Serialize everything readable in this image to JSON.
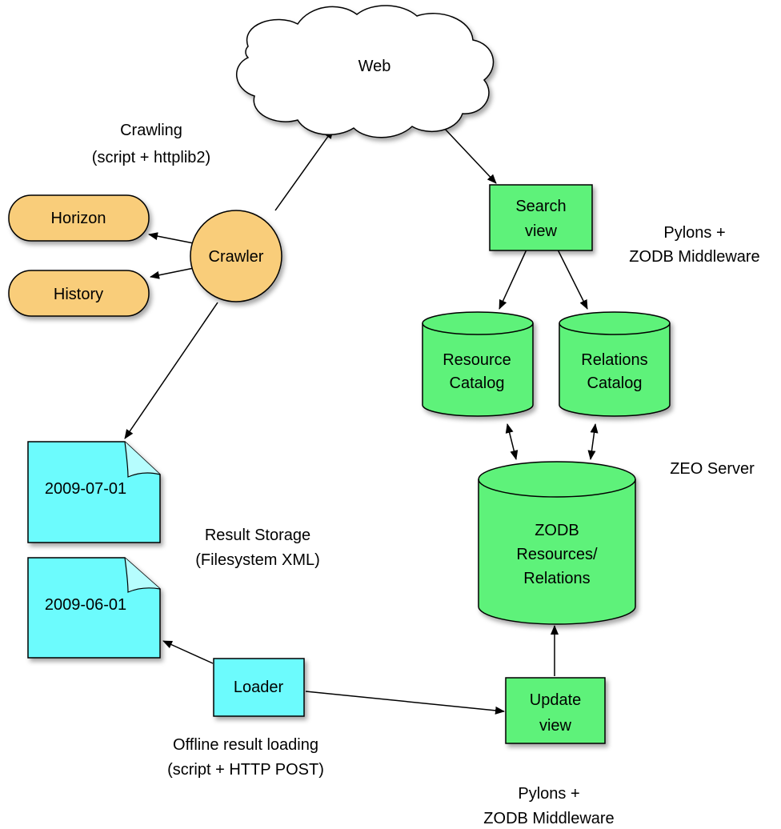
{
  "nodes": {
    "web": {
      "label": "Web"
    },
    "crawler": {
      "label": "Crawler"
    },
    "horizon": {
      "label": "Horizon"
    },
    "history": {
      "label": "History"
    },
    "search_view": {
      "line1": "Search",
      "line2": "view"
    },
    "resource_catalog": {
      "line1": "Resource",
      "line2": "Catalog"
    },
    "relations_catalog": {
      "line1": "Relations",
      "line2": "Catalog"
    },
    "zodb": {
      "line1": "ZODB",
      "line2": "Resources/",
      "line3": "Relations"
    },
    "file_1": {
      "label": "2009-07-01"
    },
    "file_2": {
      "label": "2009-06-01"
    },
    "loader": {
      "label": "Loader"
    },
    "update_view": {
      "line1": "Update",
      "line2": "view"
    }
  },
  "annotations": {
    "crawling": {
      "line1": "Crawling",
      "line2": "(script + httplib2)"
    },
    "pylons_top": {
      "line1": "Pylons +",
      "line2": "ZODB Middleware"
    },
    "zeo_server": {
      "label": "ZEO Server"
    },
    "result_storage": {
      "line1": "Result Storage",
      "line2": "(Filesystem XML)"
    },
    "offline_loading": {
      "line1": "Offline result loading",
      "line2": "(script + HTTP POST)"
    },
    "pylons_bottom": {
      "line1": "Pylons +",
      "line2": "ZODB Middleware"
    }
  },
  "colors": {
    "orange": "#f9cd7a",
    "green": "#5ef27a",
    "cyan": "#6cfbfd",
    "cloud": "#ffffff",
    "stroke": "#000000"
  }
}
